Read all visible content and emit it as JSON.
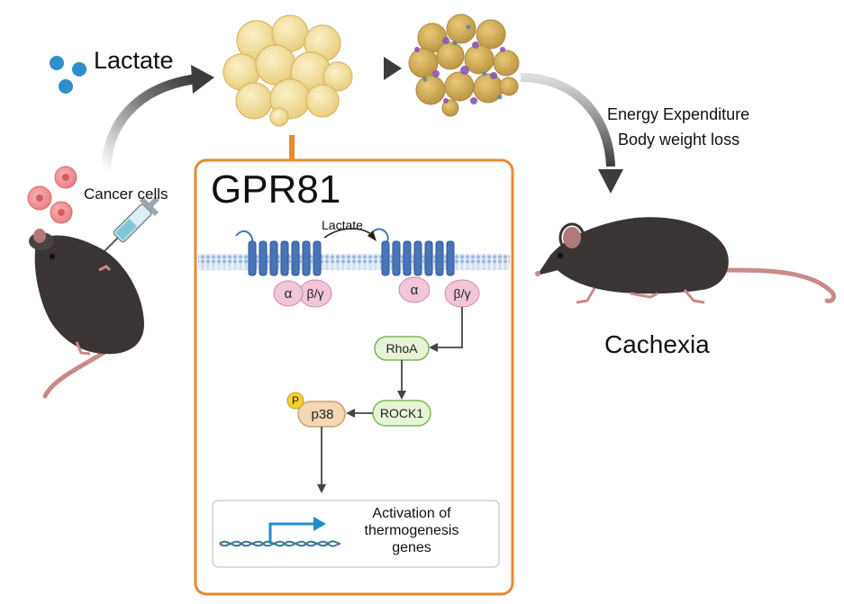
{
  "labels": {
    "lactate": "Lactate",
    "cancer_cells": "Cancer cells",
    "energy_expenditure": "Energy Expenditure",
    "body_weight_loss": "Body weight loss",
    "cachexia": "Cachexia"
  },
  "panel": {
    "title": "GPR81",
    "lactate_label": "Lactate",
    "alpha_1": "α",
    "beta_gamma_1": "β/γ",
    "alpha_2": "α",
    "beta_gamma_2": "β/γ",
    "rhoa": "RhoA",
    "rock1": "ROCK1",
    "p38": "p38",
    "phospho": "P",
    "activation_line1": "Activation of",
    "activation_line2": "thermogenesis",
    "activation_line3": "genes"
  },
  "colors": {
    "panel_border": "#E58A2E",
    "receptor_blue": "#4A74B8",
    "membrane": "#9DB6DA",
    "alpha_pink": "#F2C6DA",
    "node_green_fill": "#E6F3D6",
    "node_green_border": "#7DB55A",
    "p38_fill": "#F4D7B4",
    "phospho_yellow": "#F6D02E",
    "lactate_blue": "#2E8FCC",
    "cancer_pink": "#EE8F93",
    "fat_yellow": "#F3DFA0",
    "mouse_dark": "#3A3434",
    "tail_pink": "#C98A8A",
    "arrow_gray": "#555555"
  }
}
